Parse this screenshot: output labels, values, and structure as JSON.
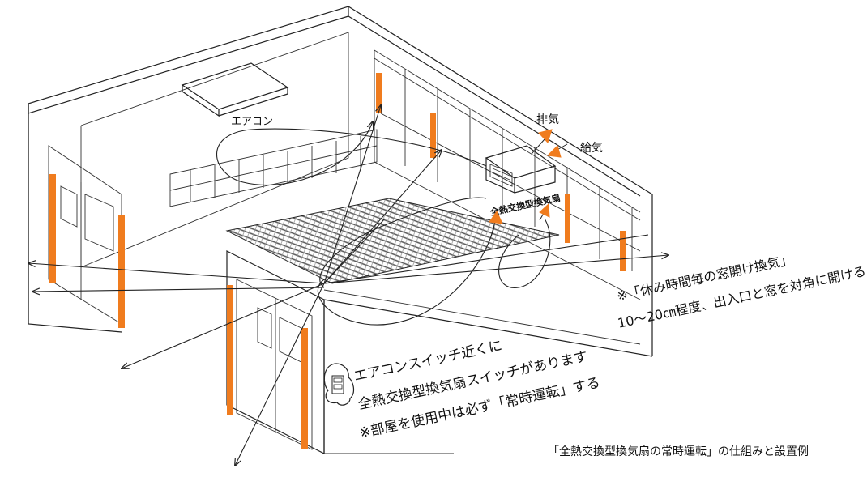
{
  "labels": {
    "aircon": "エアコン",
    "exhaust": "排気",
    "supply": "給気",
    "erv_fan": "全熱交換型換気扇",
    "window_note_1": "※「休み時間毎の窓開け換気」",
    "window_note_2": "10～20㎝程度、出入口と窓を対角に開ける",
    "switch_note_1": "エアコンスイッチ近くに",
    "switch_note_2": "全熱交換型換気扇スイッチがあります",
    "switch_note_3": "※部屋を使用中は必ず「常時運転」する",
    "caption": "「全熱交換型換気扇の常時運転」の仕組みと設置例"
  },
  "colors": {
    "door_accent": "#f07c1e",
    "arrow_accent": "#f07c1e",
    "line": "#222222"
  },
  "icons": {
    "switch": "switch-panel-icon"
  }
}
